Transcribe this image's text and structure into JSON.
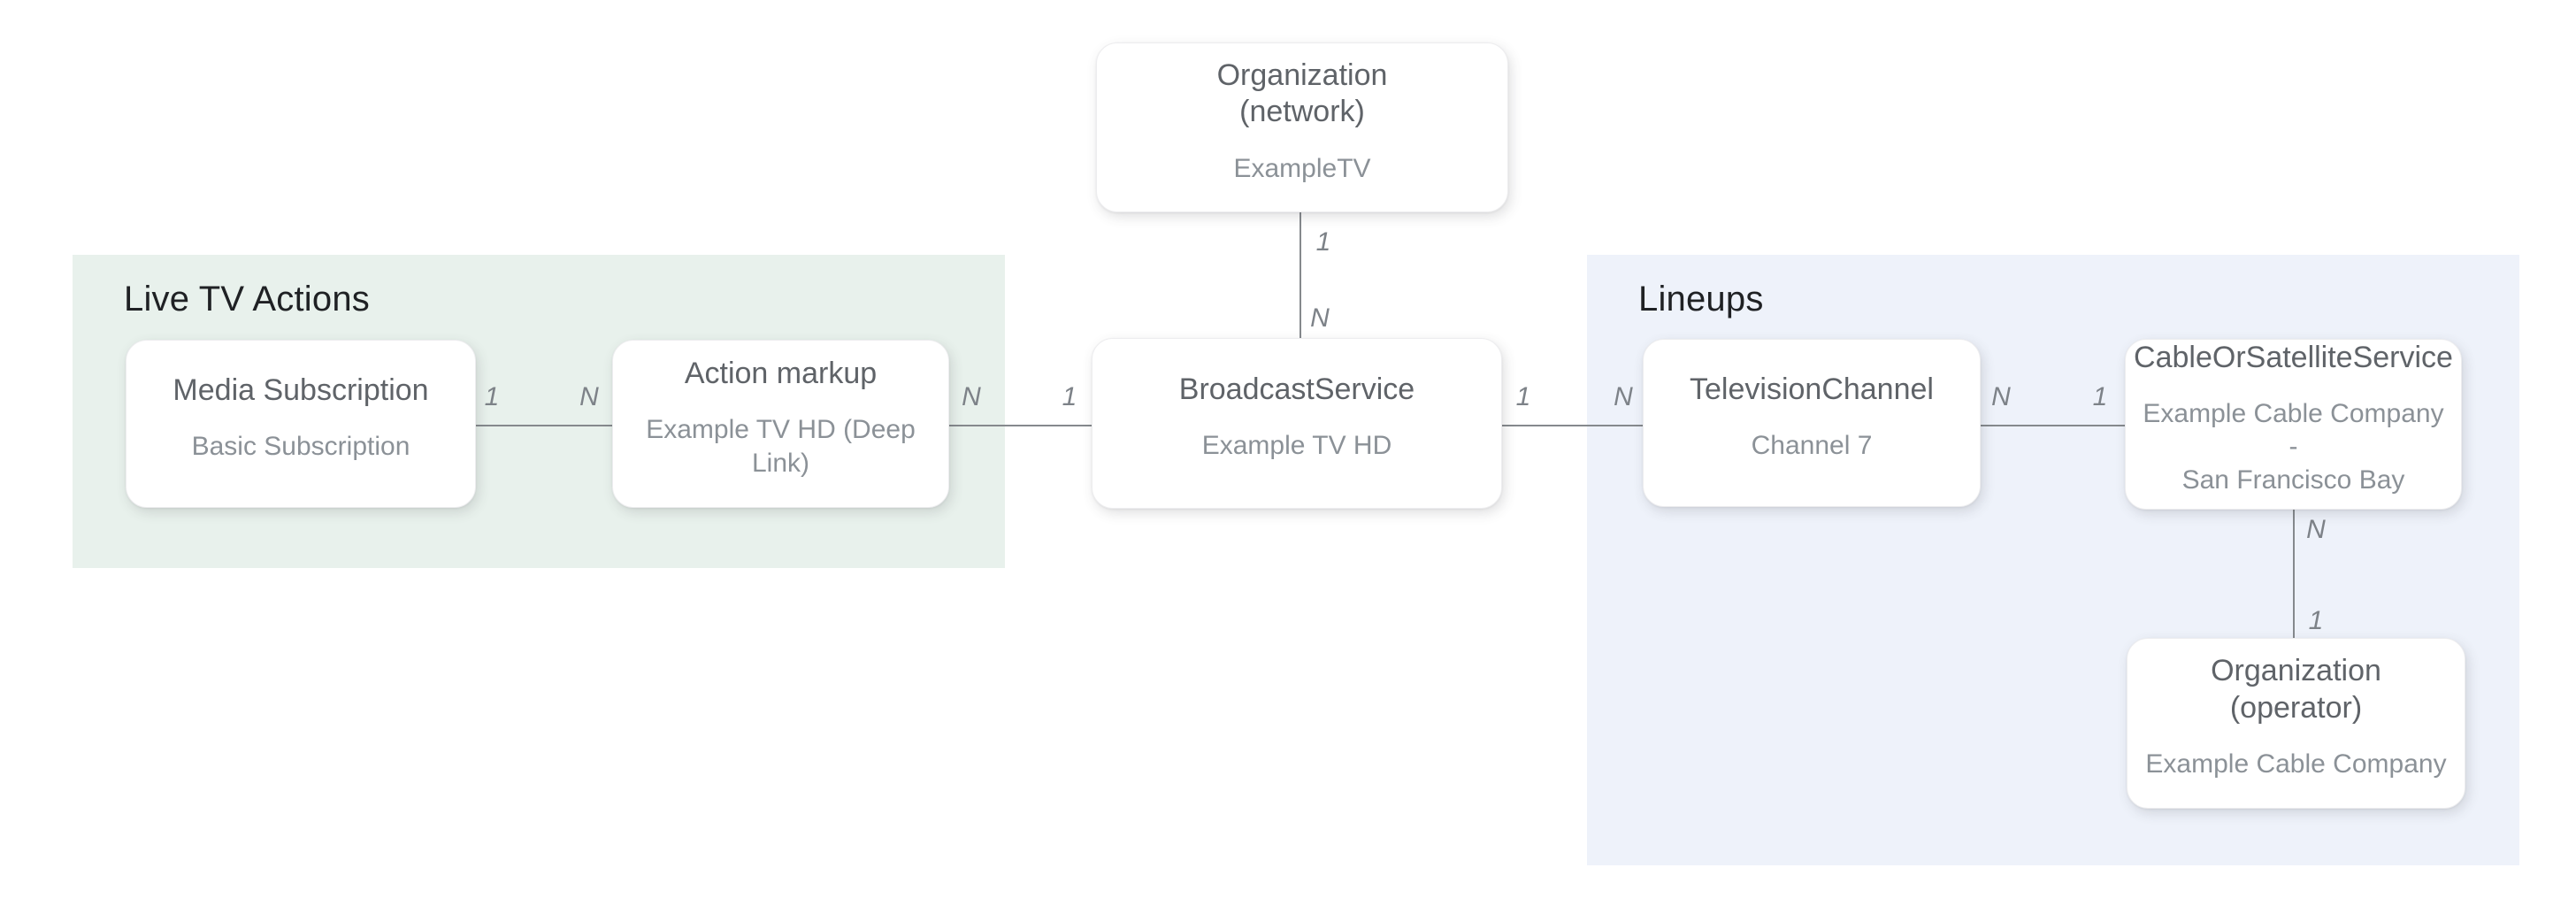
{
  "diagram": {
    "groups": {
      "live_tv_actions": {
        "title": "Live TV Actions"
      },
      "lineups": {
        "title": "Lineups"
      }
    },
    "nodes": {
      "organization_network": {
        "title": "Organization\n(network)",
        "subtitle": "ExampleTV"
      },
      "media_subscription": {
        "title": "Media Subscription",
        "subtitle": "Basic Subscription"
      },
      "action_markup": {
        "title": "Action markup",
        "subtitle": "Example TV HD (Deep Link)"
      },
      "broadcast_service": {
        "title": "BroadcastService",
        "subtitle": "Example TV HD"
      },
      "television_channel": {
        "title": "TelevisionChannel",
        "subtitle": "Channel 7"
      },
      "cable_or_satellite_service": {
        "title": "CableOrSatelliteService",
        "subtitle": "Example Cable Company -\nSan Francisco Bay"
      },
      "organization_operator": {
        "title": "Organization (operator)",
        "subtitle": "Example Cable Company"
      }
    },
    "edge_labels": {
      "network_to_broadcast_one": "1",
      "network_to_broadcast_many": "N",
      "subscription_to_markup_one": "1",
      "subscription_to_markup_many": "N",
      "markup_to_broadcast_many": "N",
      "markup_to_broadcast_one": "1",
      "broadcast_to_channel_one": "1",
      "broadcast_to_channel_many": "N",
      "channel_to_cable_many": "N",
      "channel_to_cable_one": "1",
      "cable_to_operator_many": "N",
      "cable_to_operator_one": "1"
    },
    "colors": {
      "live_tv_actions_bg": "#e8f1ec",
      "lineups_bg": "#eef2fa",
      "card_bg": "#ffffff",
      "card_title_text": "#5f6368",
      "card_subtitle_text": "#8b9197",
      "section_title_text": "#1f2124",
      "connector_line": "#85898d",
      "cardinality_label_text": "#7d8288"
    }
  }
}
